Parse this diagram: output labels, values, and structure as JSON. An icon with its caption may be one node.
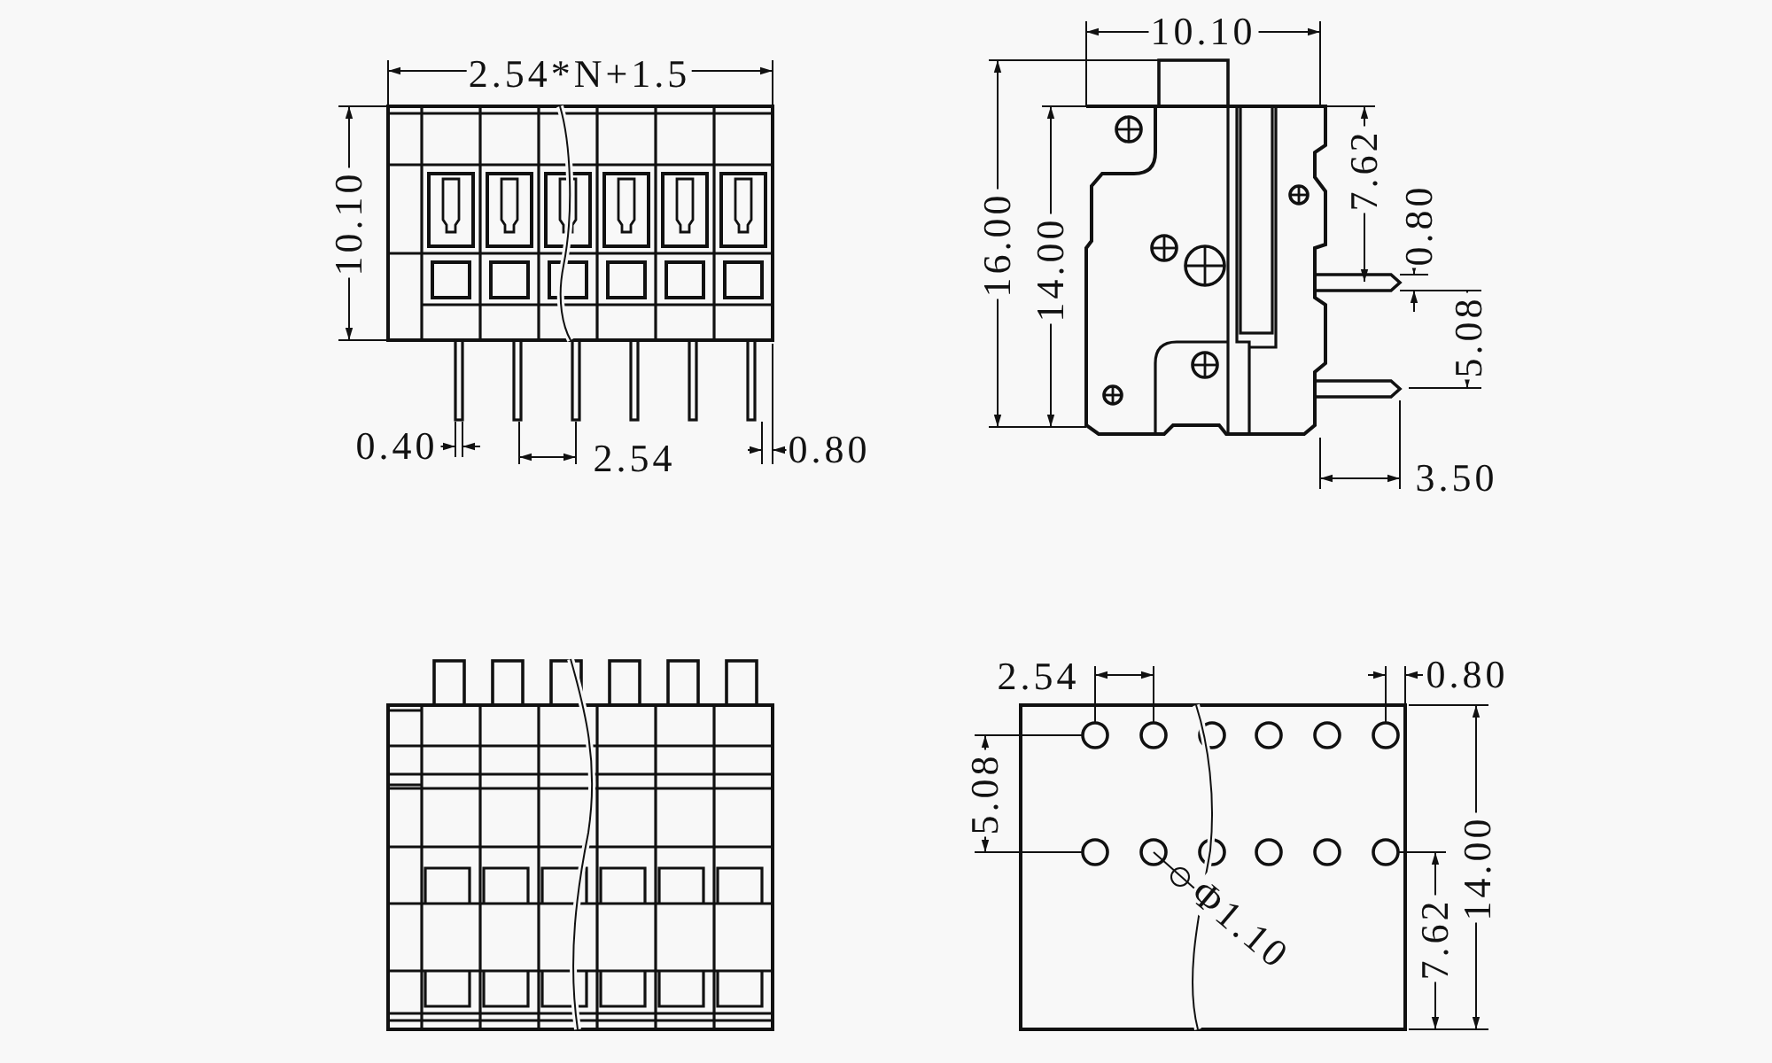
{
  "diagram": {
    "labels": [
      "2.54*N+1.5",
      "10.10",
      "0.40",
      "2.54",
      "0.80",
      "10.10",
      "16.00",
      "14.00",
      "7.62",
      "0.80",
      "5.08",
      "3.50",
      "2.54",
      "0.80",
      "5.08",
      "Φ1.10",
      "7.62",
      "14.00"
    ]
  }
}
